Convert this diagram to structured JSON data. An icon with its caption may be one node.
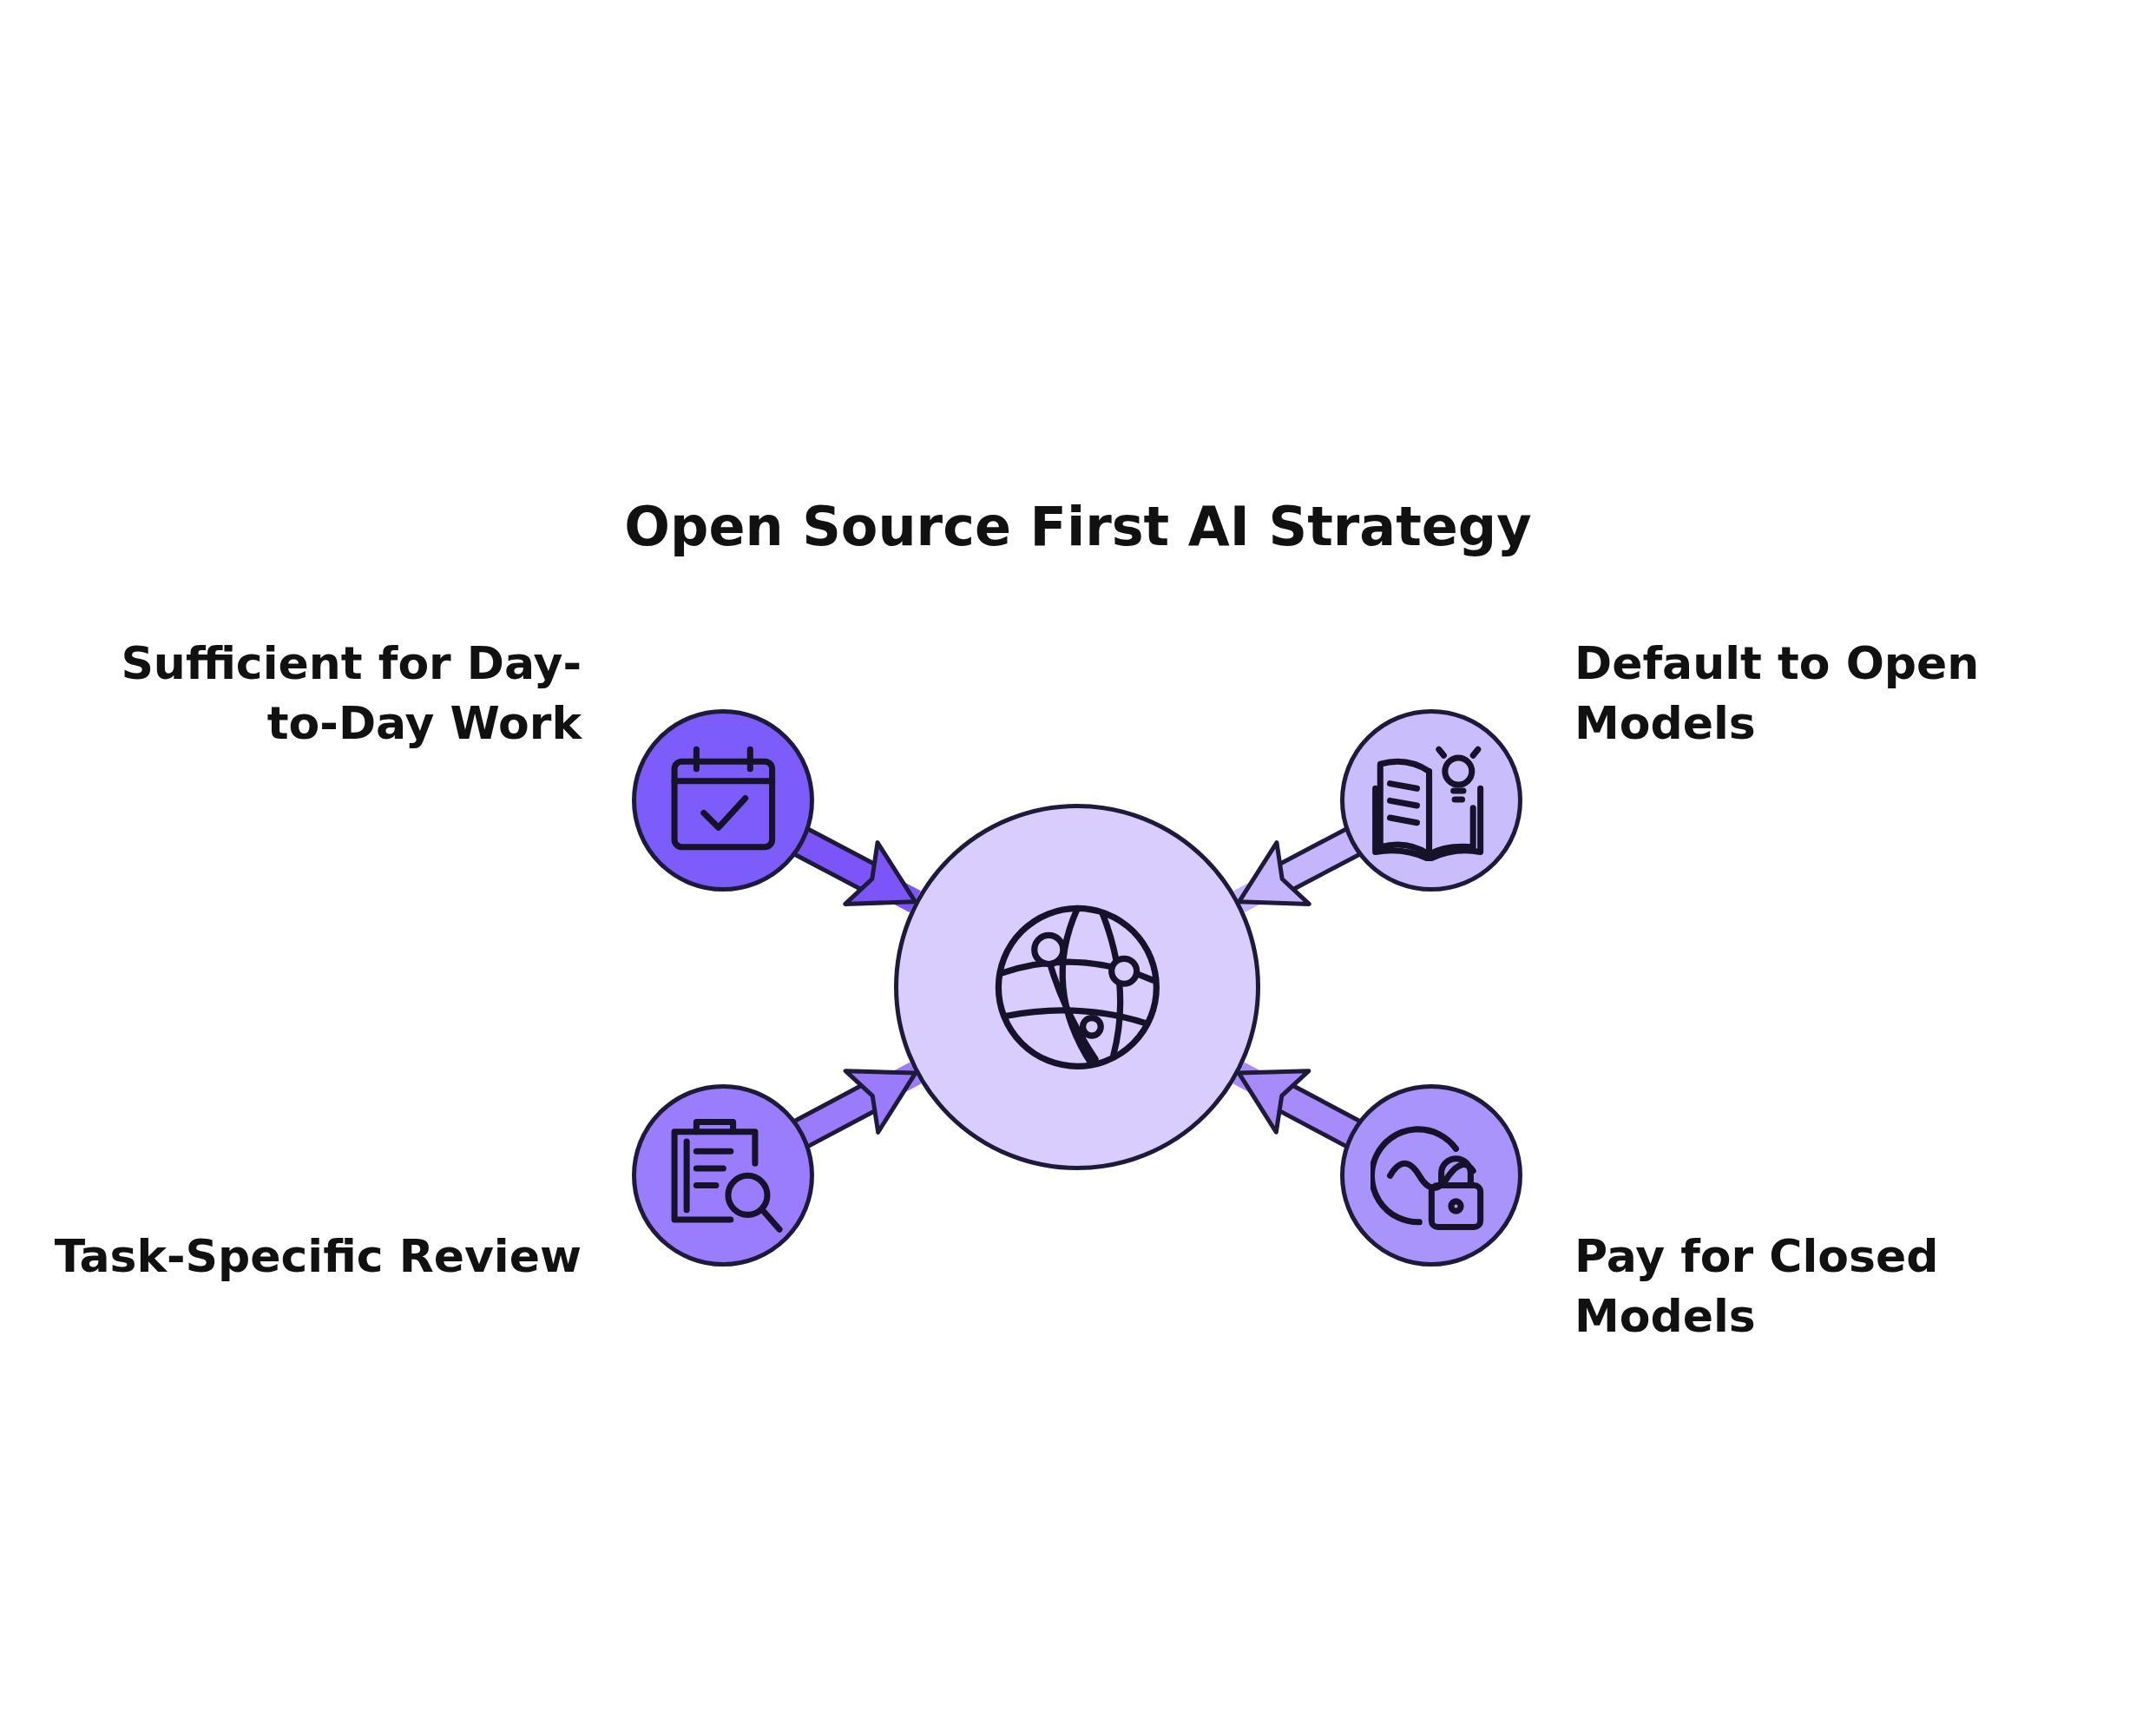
{
  "diagram": {
    "title": "Open Source First AI Strategy",
    "nodes": [
      {
        "text": [],
        "shape": "circle"
      },
      {
        "text": [
          "Sufficient for Day-to-Day Work"
        ]
      },
      {
        "text": [
          "Default to Open Models"
        ]
      },
      {
        "text": [
          "Task-Specific Review"
        ]
      },
      {
        "text": [
          "Pay for Closed Models"
        ]
      }
    ],
    "edges": [
      {
        "from": 1,
        "to": 0,
        "arrow": "to",
        "color": "#7b55f7"
      },
      {
        "from": 2,
        "to": 0,
        "arrow": "to",
        "color": "#c4b5fd"
      },
      {
        "from": 3,
        "to": 0,
        "arrow": "to",
        "color": "#9a7bfc"
      },
      {
        "from": 4,
        "to": 0,
        "arrow": "to",
        "color": "#a78bfa"
      }
    ]
  }
}
